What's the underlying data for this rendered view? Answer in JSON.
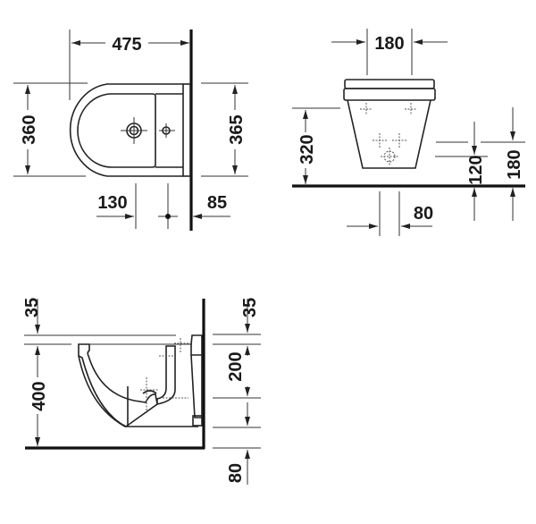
{
  "diagram": {
    "type": "technical dimension drawing",
    "units": "mm",
    "views": {
      "top_view": {
        "dimensions": {
          "overall_depth": "475",
          "bowl_width": "360",
          "wall_plate_width": "365",
          "tap_hole_offset": "130",
          "wall_fixing_offset": "85"
        }
      },
      "front_view": {
        "dimensions": {
          "fixing_spacing": "180",
          "top_height": "320",
          "supply_height": "120",
          "fixing_height": "180",
          "drain_width": "80"
        }
      },
      "side_view": {
        "dimensions": {
          "rim_thickness_left": "35",
          "rim_height": "400",
          "rim_thickness_right": "35",
          "fixing_to_outlet": "200",
          "outlet_to_floor": "80"
        }
      }
    }
  }
}
